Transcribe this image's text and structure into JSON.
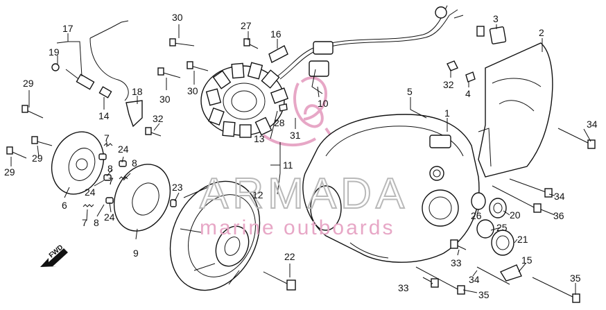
{
  "watermark": {
    "brand": "ARMADA",
    "tagline": "marine outboards"
  },
  "direction_label": "FWD",
  "callouts": [
    {
      "id": "c1",
      "text": "1"
    },
    {
      "id": "c2",
      "text": "2"
    },
    {
      "id": "c3",
      "text": "3"
    },
    {
      "id": "c4",
      "text": "4"
    },
    {
      "id": "c5",
      "text": "5"
    },
    {
      "id": "c6",
      "text": "6"
    },
    {
      "id": "c7a",
      "text": "7"
    },
    {
      "id": "c7b",
      "text": "7"
    },
    {
      "id": "c7c",
      "text": "7"
    },
    {
      "id": "c8a",
      "text": "8"
    },
    {
      "id": "c8b",
      "text": "8"
    },
    {
      "id": "c8c",
      "text": "8"
    },
    {
      "id": "c9",
      "text": "9"
    },
    {
      "id": "c10",
      "text": "10"
    },
    {
      "id": "c11",
      "text": "11"
    },
    {
      "id": "c12",
      "text": "12"
    },
    {
      "id": "c13",
      "text": "13"
    },
    {
      "id": "c14",
      "text": "14"
    },
    {
      "id": "c15",
      "text": "15"
    },
    {
      "id": "c16",
      "text": "16"
    },
    {
      "id": "c17",
      "text": "17"
    },
    {
      "id": "c18",
      "text": "18"
    },
    {
      "id": "c19",
      "text": "19"
    },
    {
      "id": "c20",
      "text": "20"
    },
    {
      "id": "c21",
      "text": "21"
    },
    {
      "id": "c22",
      "text": "22"
    },
    {
      "id": "c23",
      "text": "23"
    },
    {
      "id": "c24a",
      "text": "24"
    },
    {
      "id": "c24b",
      "text": "24"
    },
    {
      "id": "c24c",
      "text": "24"
    },
    {
      "id": "c25",
      "text": "25"
    },
    {
      "id": "c26",
      "text": "26"
    },
    {
      "id": "c27",
      "text": "27"
    },
    {
      "id": "c28",
      "text": "28"
    },
    {
      "id": "c29a",
      "text": "29"
    },
    {
      "id": "c29b",
      "text": "29"
    },
    {
      "id": "c29c",
      "text": "29"
    },
    {
      "id": "c30a",
      "text": "30"
    },
    {
      "id": "c30b",
      "text": "30"
    },
    {
      "id": "c30c",
      "text": "30"
    },
    {
      "id": "c31",
      "text": "31"
    },
    {
      "id": "c32a",
      "text": "32"
    },
    {
      "id": "c32b",
      "text": "32"
    },
    {
      "id": "c33a",
      "text": "33"
    },
    {
      "id": "c33b",
      "text": "33"
    },
    {
      "id": "c34a",
      "text": "34"
    },
    {
      "id": "c34b",
      "text": "34"
    },
    {
      "id": "c34c",
      "text": "34"
    },
    {
      "id": "c35a",
      "text": "35"
    },
    {
      "id": "c35b",
      "text": "35"
    },
    {
      "id": "c36",
      "text": "36"
    }
  ]
}
